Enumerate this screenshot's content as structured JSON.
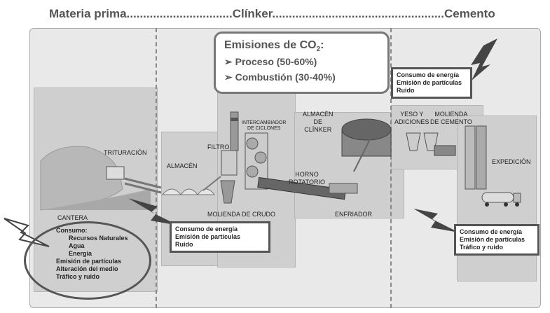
{
  "header": {
    "materia": "Materia prima",
    "dots1": "................................",
    "clinker": "Clínker",
    "dots2": "....................................................",
    "cemento": "Cemento"
  },
  "emissions": {
    "title_prefix": "Emisiones de CO",
    "subscript": "2",
    "title_suffix": ":",
    "bullet": "➢",
    "proceso": "Proceso (50-60%)",
    "combustion": "Combustión (30-40%)"
  },
  "labels": {
    "trituracion": "TRITURACIÓN",
    "almacen": "ALMACÉN",
    "filtro": "FILTRO",
    "intercambiador1": "INTERCAMBIADOR",
    "intercambiador2": "DE CICLONES",
    "almacen_clinker1": "ALMACÉN",
    "almacen_clinker2": "DE",
    "almacen_clinker3": "CLÍNKER",
    "yeso1": "YESO Y",
    "yeso2": "ADICIONES",
    "molienda_cemento1": "MOLIENDA",
    "molienda_cemento2": "DE CEMENTO",
    "horno1": "HORNO",
    "horno2": "ROTATORIO",
    "expedicion": "EXPEDICIÓN",
    "cantera": "CANTERA",
    "molienda_crudo": "MOLIENDA DE CRUDO",
    "enfriador": "ENFRIADOR"
  },
  "impact_boxes": {
    "cemento": [
      "Consumo de energía",
      "Emisión de partículas",
      "Ruido"
    ],
    "clinker": [
      "Consumo de energía",
      "Emisión de partículas",
      "Ruido"
    ],
    "expedicion": [
      "Consumo de energía",
      "Emisión de partículas",
      "Tráfico y ruido"
    ]
  },
  "cantera_impacts": {
    "consumo": "Consumo:",
    "recursos": "Recursos Naturales",
    "agua": "Agua",
    "energia": "Energía",
    "emision": "Emisión de partículas",
    "alteracion": "Alteración del medio",
    "trafico": "Tráfico y ruido"
  }
}
